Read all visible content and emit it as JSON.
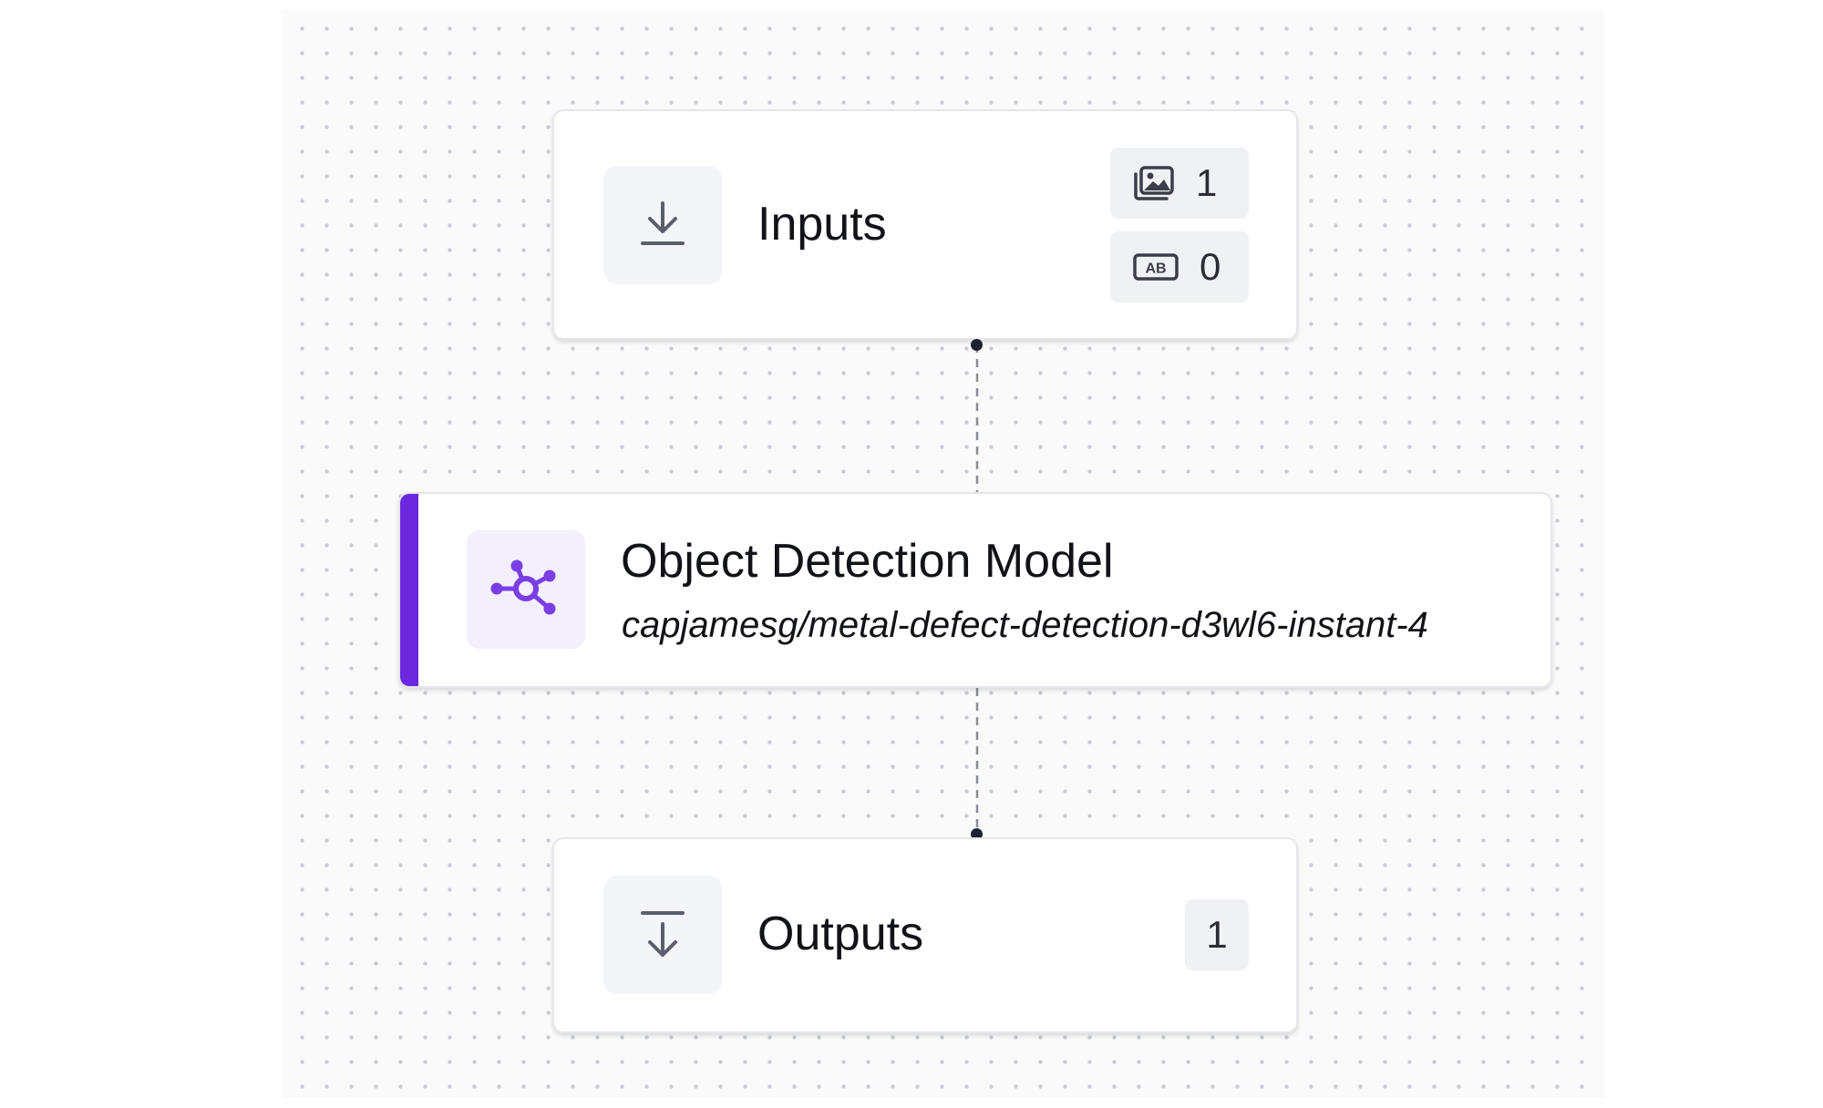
{
  "nodes": {
    "inputs": {
      "title": "Inputs",
      "icon": "download-icon",
      "badges": [
        {
          "icon": "image-stack-icon",
          "count": "1"
        },
        {
          "icon": "text-ab-icon",
          "count": "0"
        }
      ]
    },
    "model": {
      "title": "Object Detection Model",
      "subtitle": "capjamesg/metal-defect-detection-d3wl6-instant-4",
      "icon": "network-hub-icon",
      "accent_color": "#6b28df"
    },
    "outputs": {
      "title": "Outputs",
      "icon": "arrow-down-to-line-icon",
      "badge_count": "1"
    }
  },
  "colors": {
    "accent": "#6b28df",
    "edge": "#8a8d96",
    "handle": "#1e2230",
    "canvas_dot": "#c9ccd3"
  }
}
